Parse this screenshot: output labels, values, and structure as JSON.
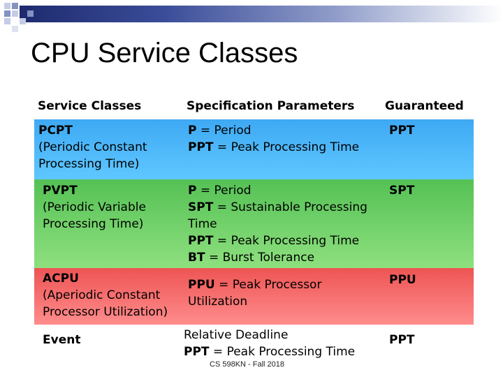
{
  "title": "CPU Service Classes",
  "headers": {
    "service_classes": "Service Classes",
    "specification_parameters": "Specification Parameters",
    "guaranteed": "Guaranteed"
  },
  "rows": [
    {
      "name": "PCPT",
      "desc_1": "(Periodic Constant",
      "desc_2": "Processing Time)",
      "params": [
        {
          "abbr": "P",
          "text": " = Period"
        },
        {
          "abbr": "PPT",
          "text": " = Peak Processing Time"
        }
      ],
      "guaranteed": "PPT",
      "color": "#4fb8fb"
    },
    {
      "name": "PVPT",
      "desc_1": "(Periodic Variable",
      "desc_2": "Processing Time)",
      "params": [
        {
          "abbr": "P",
          "text": " = Period"
        },
        {
          "abbr": "SPT",
          "text": " = Sustainable Processing"
        },
        {
          "abbr": "",
          "text": "Time"
        },
        {
          "abbr": "PPT",
          "text": " = Peak Processing Time"
        },
        {
          "abbr": "BT",
          "text": " = Burst Tolerance"
        }
      ],
      "guaranteed": "SPT",
      "color": "#70d06a"
    },
    {
      "name": "ACPU",
      "desc_1": "(Aperiodic Constant",
      "desc_2": "Processor Utilization)",
      "params": [
        {
          "abbr": "PPU",
          "text": " = Peak Processor"
        },
        {
          "abbr": "",
          "text": "Utilization"
        }
      ],
      "guaranteed": "PPU",
      "color": "#f67070"
    },
    {
      "name": "Event",
      "params": [
        {
          "abbr": "",
          "text": "Relative Deadline"
        },
        {
          "abbr": "PPT",
          "text": " = Peak Processing Time"
        }
      ],
      "guaranteed": "PPT",
      "color": "#ffffff"
    }
  ],
  "footer": "CS 598KN - Fall 2018"
}
